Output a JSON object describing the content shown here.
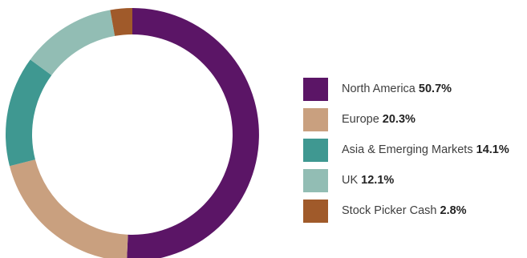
{
  "chart_data": {
    "type": "pie",
    "style": "donut",
    "title": "",
    "categories": [
      "North America",
      "Europe",
      "Asia & Emerging Markets",
      "UK",
      "Stock Picker Cash"
    ],
    "values": [
      50.7,
      20.3,
      14.1,
      12.1,
      2.8
    ],
    "value_labels": [
      "50.7%",
      "20.3%",
      "14.1%",
      "12.1%",
      "2.8%"
    ],
    "colors": [
      "#5b1566",
      "#c9a07f",
      "#3f9891",
      "#92bdb4",
      "#a05a2a"
    ],
    "start": "top, clockwise",
    "legend_position": "right"
  }
}
